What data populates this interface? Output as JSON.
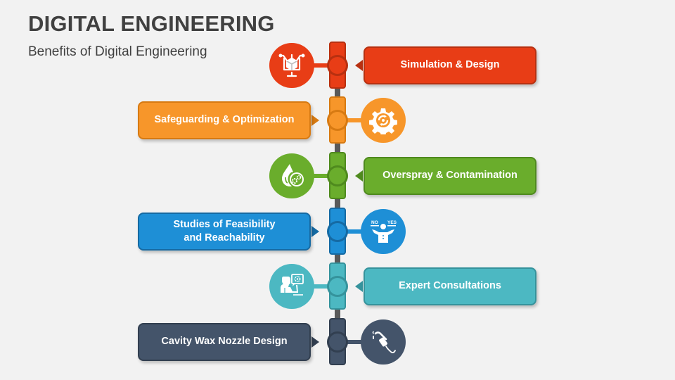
{
  "header": {
    "title": "DIGITAL ENGINEERING",
    "subtitle": "Benefits of Digital Engineering"
  },
  "colors": {
    "background": "#f2f2f2",
    "title_text": "#404040",
    "spine_link": "#595959"
  },
  "items": [
    {
      "label": "Simulation & Design",
      "side": "right",
      "icon": "computer-cube-icon",
      "color": "#e83d16",
      "dark": "#b83010"
    },
    {
      "label": "Safeguarding & Optimization",
      "side": "left",
      "icon": "gear-cycle-icon",
      "color": "#f7962a",
      "dark": "#d77a12"
    },
    {
      "label": "Overspray & Contamination",
      "side": "right",
      "icon": "droplet-bacteria-icon",
      "color": "#6aad2c",
      "dark": "#4f8a1e"
    },
    {
      "label": "Studies of Feasibility\nand Reachability",
      "side": "left",
      "icon": "yes-no-balance-icon",
      "color": "#1e8fd6",
      "dark": "#156aa3"
    },
    {
      "label": "Expert Consultations",
      "side": "right",
      "icon": "consultant-icon",
      "color": "#4cb8c2",
      "dark": "#35939c"
    },
    {
      "label": "Cavity Wax Nozzle Design",
      "side": "left",
      "icon": "fuel-nozzle-icon",
      "color": "#44546a",
      "dark": "#323f50"
    }
  ]
}
